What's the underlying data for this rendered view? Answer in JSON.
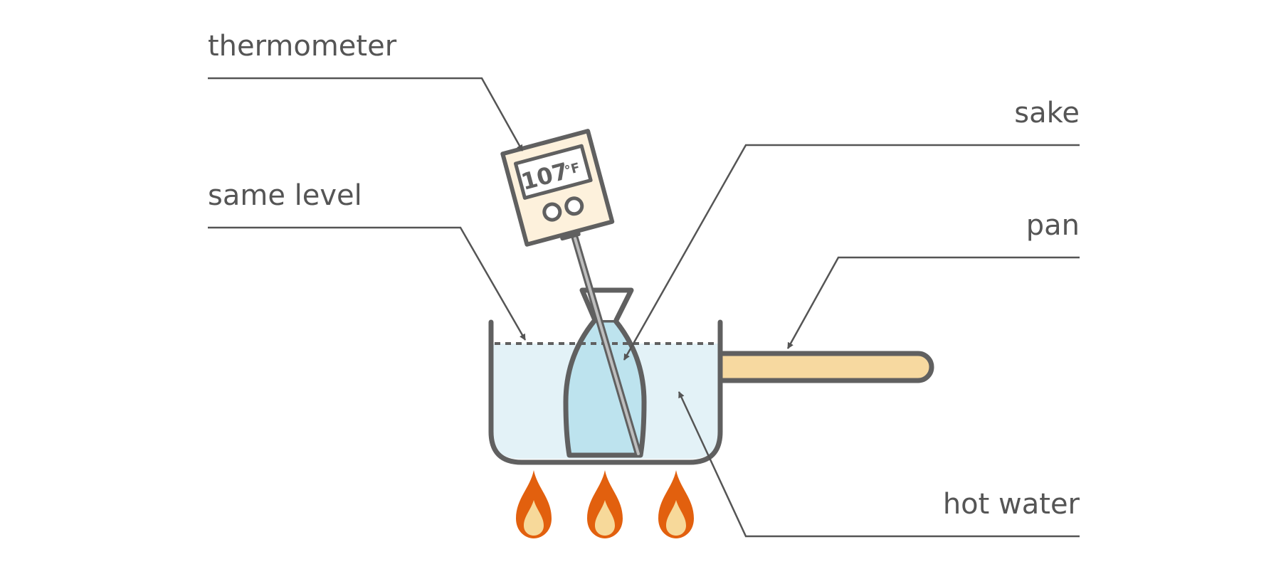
{
  "labels": {
    "thermometer": "thermometer",
    "same_level": "same level",
    "sake": "sake",
    "pan": "pan",
    "hot_water": "hot water"
  },
  "thermometer_display": {
    "value": "107",
    "unit": "°F"
  },
  "colors": {
    "outline": "#606060",
    "label_text": "#555555",
    "hot_water": "#e3f2f7",
    "sake": "#bde3ee",
    "thermometer_body": "#fdf1dc",
    "pan_handle": "#f7d9a0",
    "flame_outer": "#e2600e",
    "flame_inner": "#f7d99a"
  }
}
